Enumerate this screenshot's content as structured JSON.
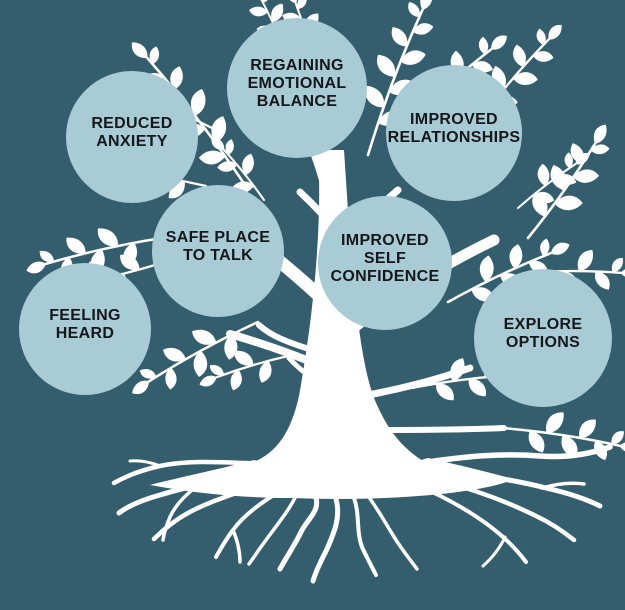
{
  "colors": {
    "background": "#345e6e",
    "circle": "#a9cbd6",
    "text": "#15181b",
    "tree": "#ffffff"
  },
  "bubbles": [
    {
      "id": "reduced-anxiety",
      "label": "REDUCED\nANXIETY"
    },
    {
      "id": "regaining-emotional-balance",
      "label": "REGAINING\nEMOTIONAL\nBALANCE"
    },
    {
      "id": "improved-relationships",
      "label": "IMPROVED\nRELATIONSHIPS"
    },
    {
      "id": "safe-place-to-talk",
      "label": "SAFE PLACE\nTO TALK"
    },
    {
      "id": "improved-self-confidence",
      "label": "IMPROVED\nSELF\nCONFIDENCE"
    },
    {
      "id": "feeling-heard",
      "label": "FEELING\nHEARD"
    },
    {
      "id": "explore-options",
      "label": "EXPLORE\nOPTIONS"
    }
  ]
}
